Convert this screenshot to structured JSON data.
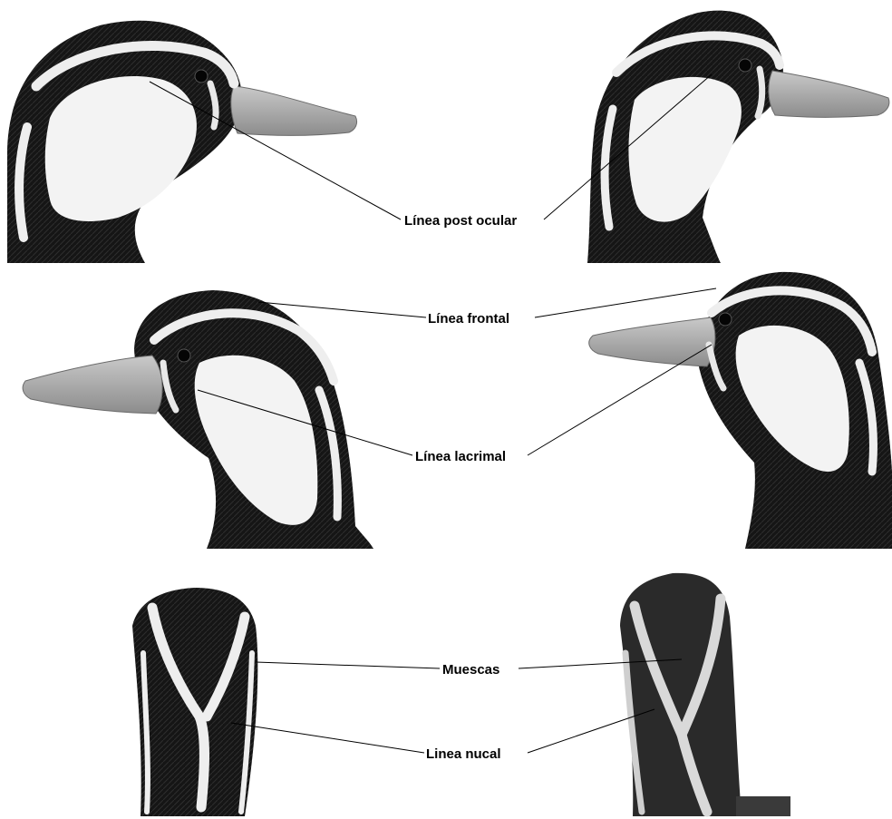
{
  "labels": {
    "post_ocular": "Línea post ocular",
    "frontal": "Línea frontal",
    "lacrimal": "Línea lacrimal",
    "muescas": "Muescas",
    "nucal": "Linea nucal"
  }
}
